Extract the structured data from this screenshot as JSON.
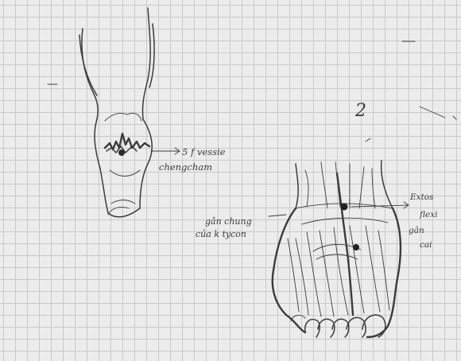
{
  "sketch1": {
    "label_line1": "5 f vessie",
    "label_line2": "chengcham"
  },
  "sketch2": {
    "number": "2",
    "left_label_line1": "gân chung",
    "left_label_line2": "của k tycon",
    "right_label_line1": "Extos",
    "right_label_line2": "flexi",
    "right_label_line3": "gân",
    "right_label_line4": "cai"
  },
  "colors": {
    "paper": "#ececec",
    "grid": "#c9c9c9",
    "pencil": "#3b3b3b"
  }
}
